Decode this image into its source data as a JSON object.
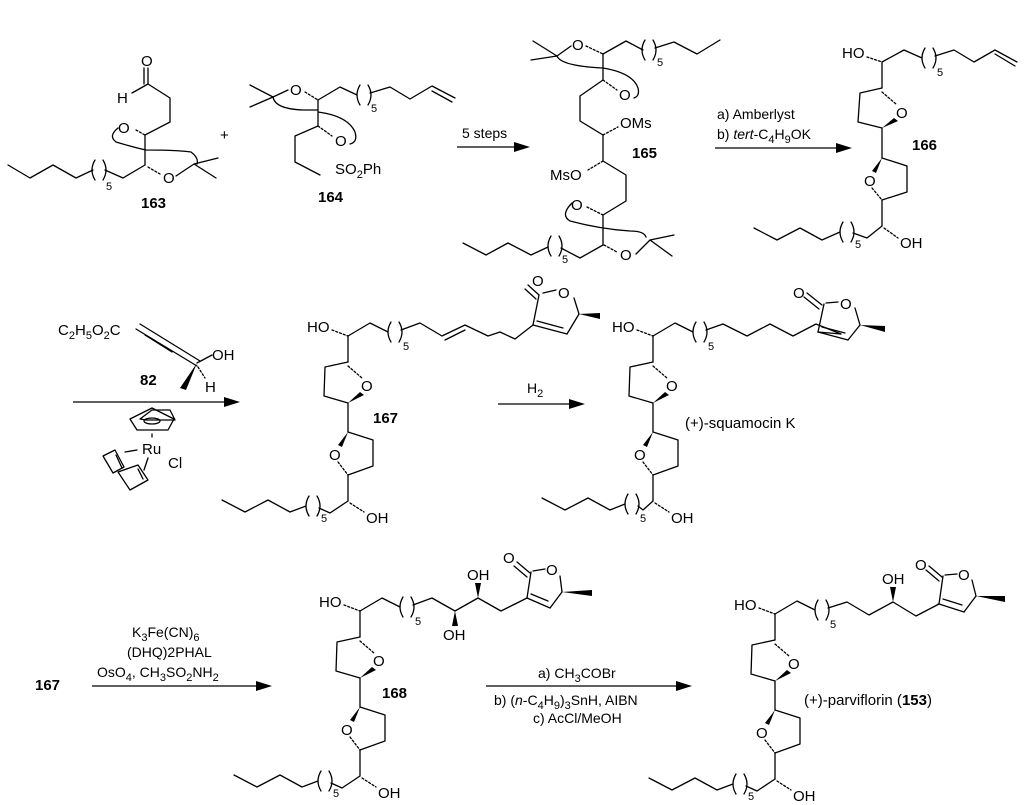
{
  "title": "Synthesis scheme of (+)-squamocin K and (+)-parviflorin",
  "compounds": {
    "c163": {
      "label": "163"
    },
    "c164": {
      "label": "164",
      "group": "SO2Ph"
    },
    "c165": {
      "label": "165",
      "group_top": "OMs",
      "group_bottom": "MsO"
    },
    "c166": {
      "label": "166"
    },
    "c167": {
      "label": "167"
    },
    "c82": {
      "label": "82",
      "formula": "C2H5O2C"
    },
    "c168": {
      "label": "168"
    },
    "squamocin": {
      "name": "(+)-squamocin K"
    },
    "parviflorin": {
      "name_prefix": "(+)-parviflorin (",
      "label": "153",
      "name_suffix": ")"
    }
  },
  "atoms": {
    "O": "O",
    "H": "H",
    "OH": "OH",
    "HO": "HO",
    "Ru": "Ru",
    "Cl": "Cl",
    "repeat_n": "5",
    "plus": "+"
  },
  "reactions": [
    {
      "id": "step1",
      "above": [
        "5 steps"
      ],
      "below": []
    },
    {
      "id": "step2",
      "above": [
        "a) Amberlyst",
        "b) tert-C4H9OK"
      ],
      "below": []
    },
    {
      "id": "step3",
      "above": [
        "82"
      ],
      "below": [
        "CpRu(COD)Cl"
      ]
    },
    {
      "id": "step4",
      "above": [
        "H2"
      ],
      "below": []
    },
    {
      "id": "step5",
      "start_label": "167",
      "above": [
        "K3Fe(CN)6",
        "(DHQ)2PHAL",
        "OsO4, CH3SO2NH2"
      ],
      "below": []
    },
    {
      "id": "step6",
      "above": [
        "a) CH3COBr"
      ],
      "below": [
        "b) (n-C4H9)3SnH, AIBN",
        "c) AcCl/MeOH"
      ]
    }
  ]
}
